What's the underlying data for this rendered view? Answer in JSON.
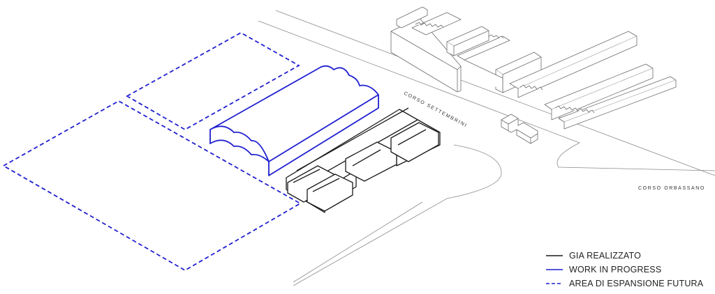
{
  "colors": {
    "built": "#1a1a1a",
    "in_progress": "#1f1fd0",
    "future": "#1f1fd0",
    "context": "#8a8a8a"
  },
  "streets": {
    "settembrini": "CORSO SETTEMBRINI",
    "orbassano": "CORSO ORBASSANO"
  },
  "legend": {
    "built": "GIA REALIZZATO",
    "in_progress": "WORK IN PROGRESS",
    "future": "AREA DI ESPANSIONE FUTURA"
  }
}
